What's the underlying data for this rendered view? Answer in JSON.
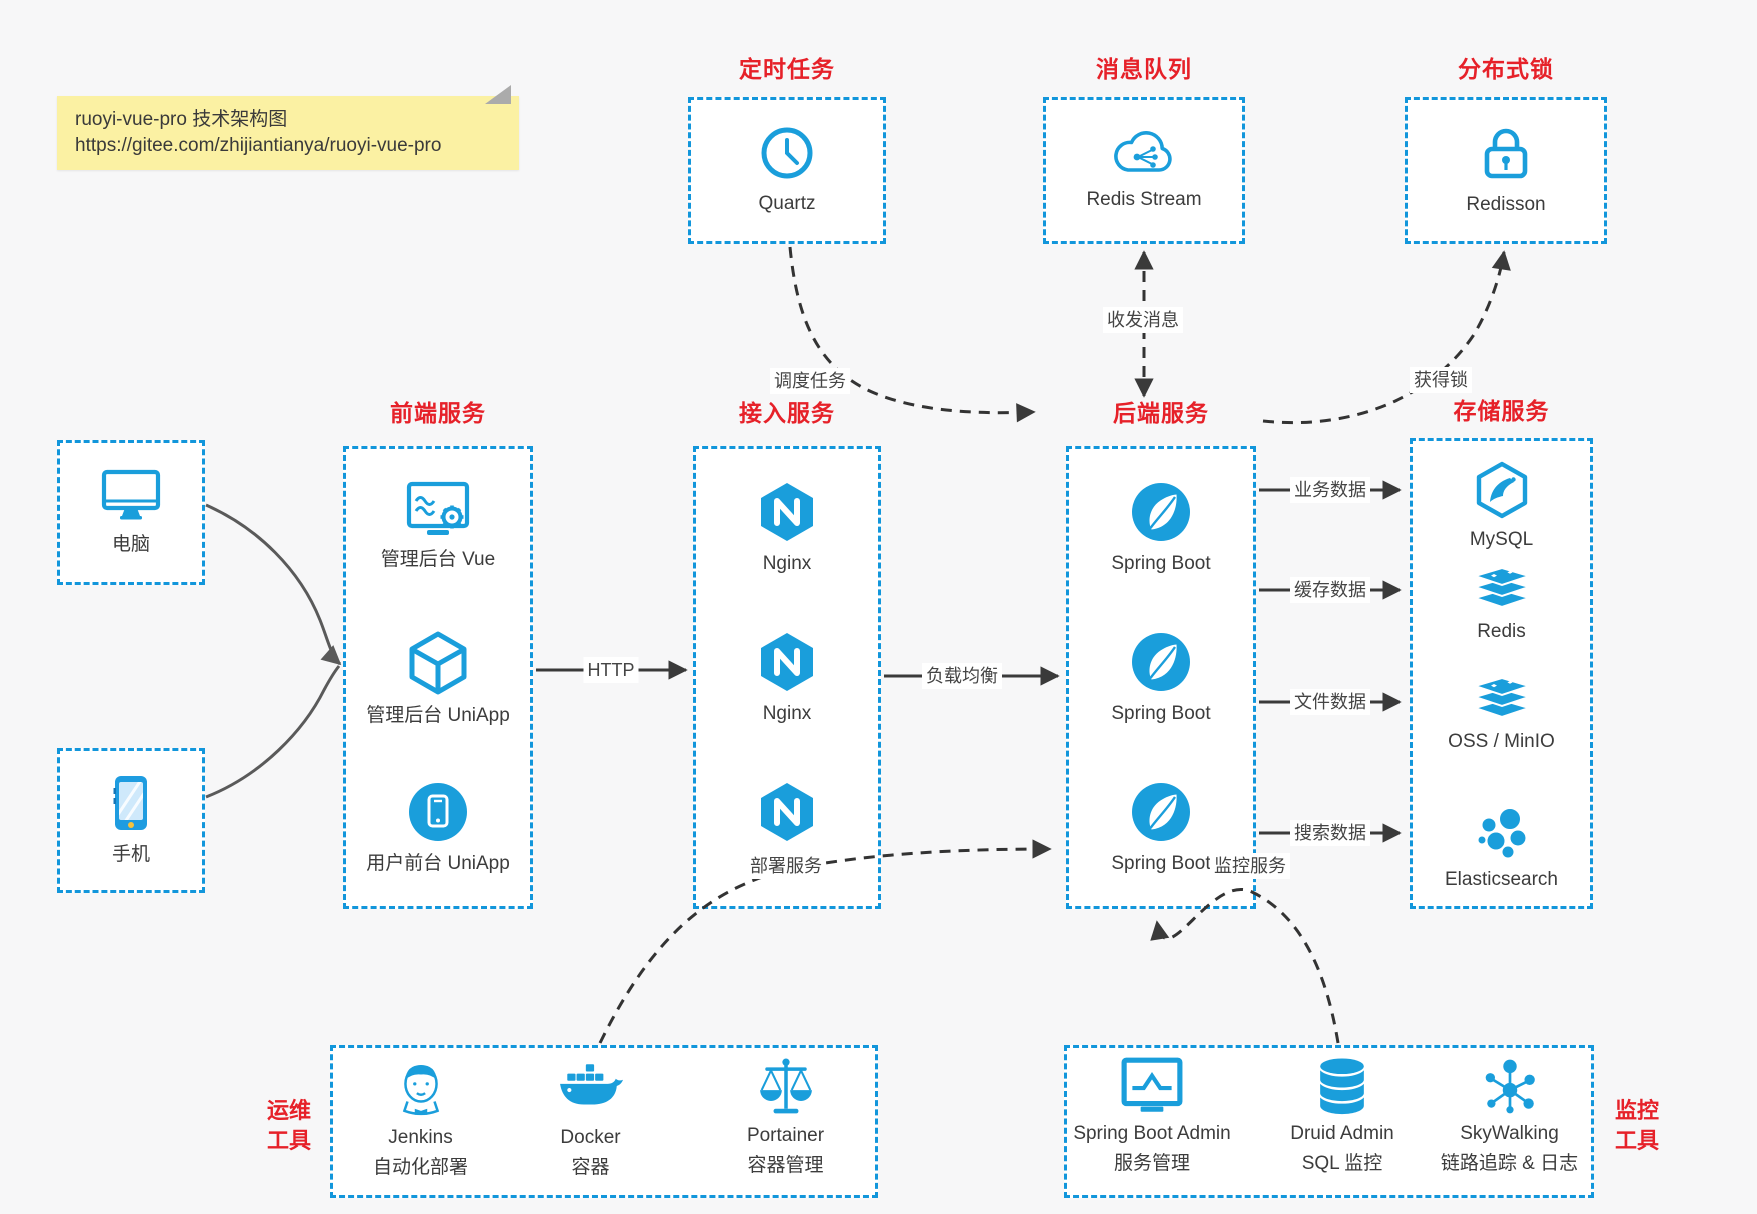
{
  "note": {
    "line1": "ruoyi-vue-pro 技术架构图",
    "line2": "https://gitee.com/zhijiantianya/ruoyi-vue-pro"
  },
  "colors": {
    "accent_blue": "#1296db",
    "icon_blue": "#1a9edb",
    "title_red": "#e62129",
    "arrow_dark": "#3a3a3a",
    "arrow_gray": "#5a5a5a",
    "note_yellow": "#fbf1a3",
    "background": "#f7f7f8"
  },
  "groups": {
    "scheduler": {
      "title": "定时任务",
      "items": [
        {
          "label": "Quartz",
          "icon": "clock-icon"
        }
      ]
    },
    "mq": {
      "title": "消息队列",
      "items": [
        {
          "label": "Redis Stream",
          "icon": "cloud-share-icon"
        }
      ]
    },
    "lock": {
      "title": "分布式锁",
      "items": [
        {
          "label": "Redisson",
          "icon": "lock-icon"
        }
      ]
    },
    "clients": {
      "items": [
        {
          "label": "电脑",
          "icon": "desktop-icon"
        },
        {
          "label": "手机",
          "icon": "smartphone-icon"
        }
      ]
    },
    "frontend": {
      "title": "前端服务",
      "items": [
        {
          "label": "管理后台 Vue",
          "icon": "admin-vue-icon"
        },
        {
          "label": "管理后台 UniApp",
          "icon": "cube-icon"
        },
        {
          "label": "用户前台 UniApp",
          "icon": "app-circle-icon"
        }
      ]
    },
    "gateway": {
      "title": "接入服务",
      "items": [
        {
          "label": "Nginx",
          "icon": "nginx-icon"
        },
        {
          "label": "Nginx",
          "icon": "nginx-icon"
        },
        {
          "label": "Nginx",
          "icon": "nginx-icon"
        }
      ]
    },
    "backend": {
      "title": "后端服务",
      "items": [
        {
          "label": "Spring Boot",
          "icon": "spring-icon"
        },
        {
          "label": "Spring Boot",
          "icon": "spring-icon"
        },
        {
          "label": "Spring Boot",
          "icon": "spring-icon"
        }
      ]
    },
    "storage": {
      "title": "存储服务",
      "items": [
        {
          "label": "MySQL",
          "icon": "mysql-icon"
        },
        {
          "label": "Redis",
          "icon": "redis-stack-icon"
        },
        {
          "label": "OSS / MinIO",
          "icon": "storage-stack-icon"
        },
        {
          "label": "Elasticsearch",
          "icon": "elasticsearch-icon"
        }
      ]
    },
    "devops": {
      "title_line1": "运维",
      "title_line2": "工具",
      "items": [
        {
          "label": "Jenkins",
          "sublabel": "自动化部署",
          "icon": "jenkins-icon"
        },
        {
          "label": "Docker",
          "sublabel": "容器",
          "icon": "docker-whale-icon"
        },
        {
          "label": "Portainer",
          "sublabel": "容器管理",
          "icon": "scales-icon"
        }
      ]
    },
    "monitoring": {
      "title_line1": "监控",
      "title_line2": "工具",
      "items": [
        {
          "label": "Spring Boot Admin",
          "sublabel": "服务管理",
          "icon": "monitor-pulse-icon"
        },
        {
          "label": "Druid Admin",
          "sublabel": "SQL 监控",
          "icon": "database-icon"
        },
        {
          "label": "SkyWalking",
          "sublabel": "链路追踪 & 日志",
          "icon": "topology-icon"
        }
      ]
    }
  },
  "edges": {
    "http": "HTTP",
    "load_balance": "负载均衡",
    "schedule_task": "调度任务",
    "send_receive_message": "收发消息",
    "acquire_lock": "获得锁",
    "business_data": "业务数据",
    "cache_data": "缓存数据",
    "file_data": "文件数据",
    "search_data": "搜索数据",
    "deploy_service": "部署服务",
    "monitor_service": "监控服务"
  }
}
